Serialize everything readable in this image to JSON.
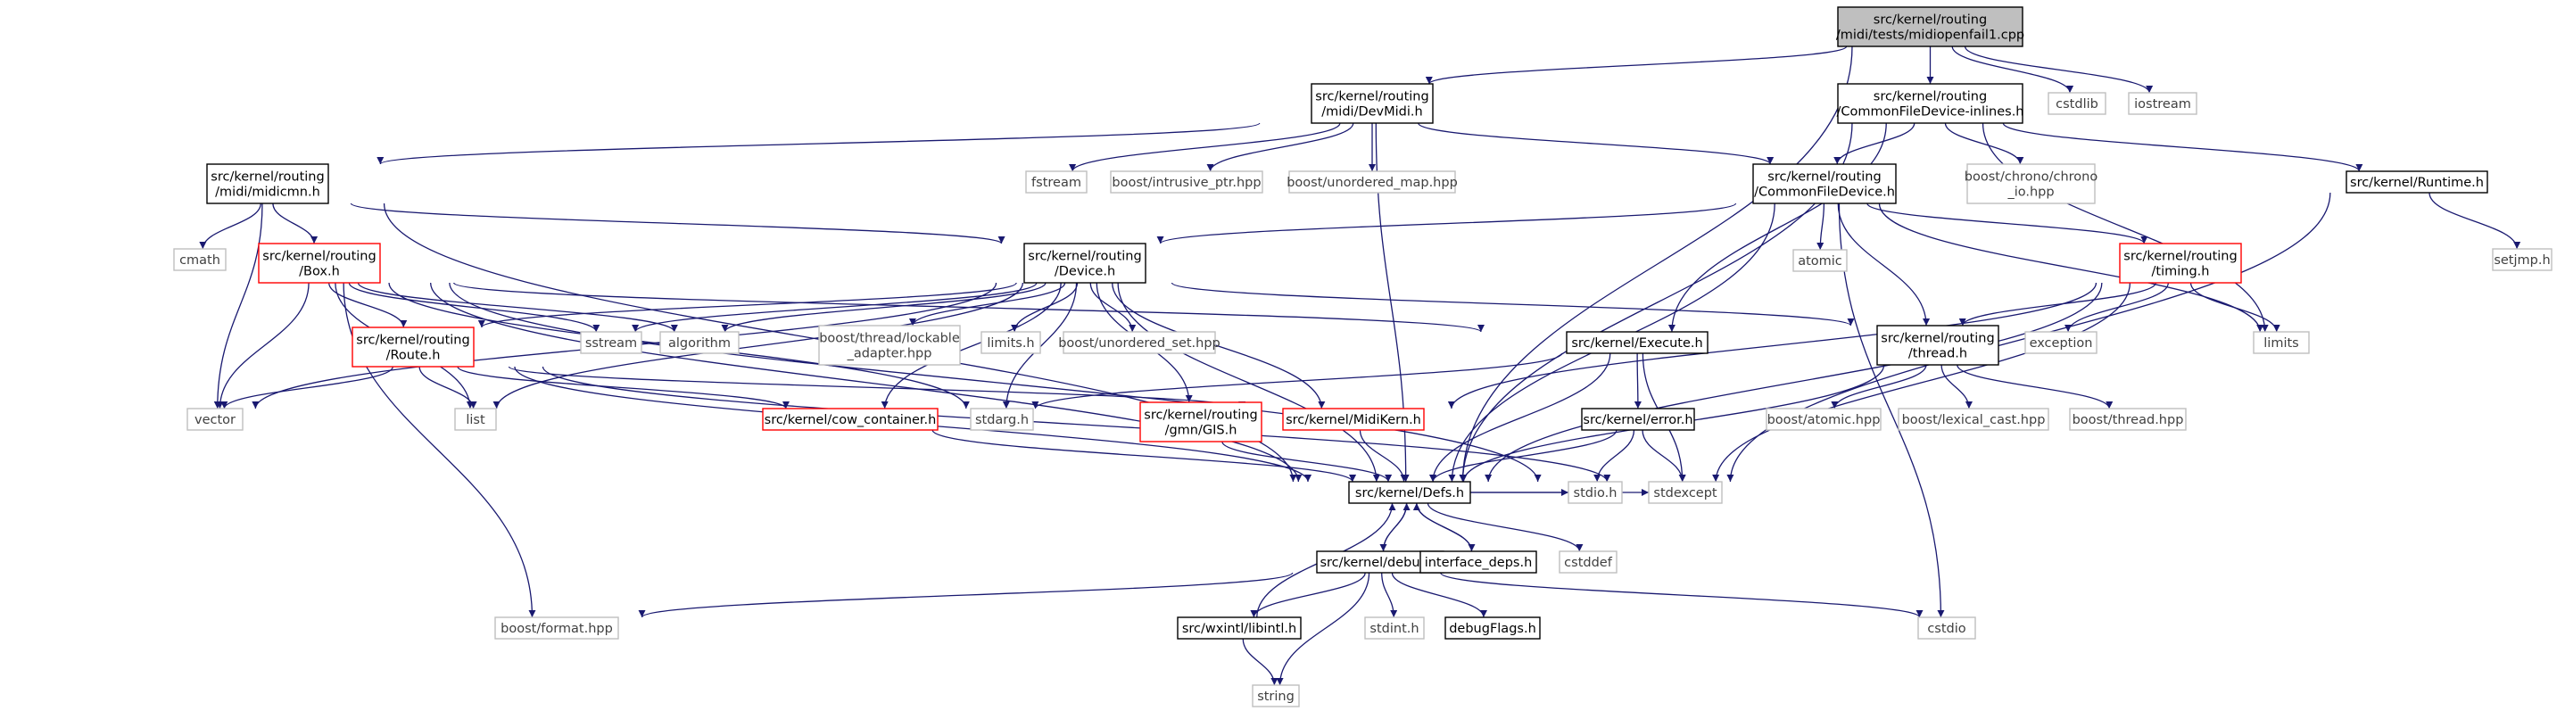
{
  "colors": {
    "edge": "#191970",
    "box_default": "#000000",
    "box_incomplete": "#ff0000",
    "box_external": "#bfbfbf",
    "box_root_fill": "#bfbfbf",
    "text_default": "#000000",
    "text_external": "#404040"
  },
  "nodes": [
    {
      "id": "root",
      "lines": [
        "src/kernel/routing",
        "/midi/tests/midiopenfail1.cpp"
      ],
      "style": "root"
    },
    {
      "id": "devmidi",
      "lines": [
        "src/kernel/routing",
        "/midi/DevMidi.h"
      ],
      "style": "default"
    },
    {
      "id": "cfd_inl",
      "lines": [
        "src/kernel/routing",
        "/CommonFileDevice-inlines.h"
      ],
      "style": "default"
    },
    {
      "id": "cstdlib",
      "lines": [
        "cstdlib"
      ],
      "style": "external"
    },
    {
      "id": "iostream",
      "lines": [
        "iostream"
      ],
      "style": "external"
    },
    {
      "id": "midicmn",
      "lines": [
        "src/kernel/routing",
        "/midi/midicmn.h"
      ],
      "style": "default"
    },
    {
      "id": "fstream",
      "lines": [
        "fstream"
      ],
      "style": "external"
    },
    {
      "id": "intrusive",
      "lines": [
        "boost/intrusive_ptr.hpp"
      ],
      "style": "external"
    },
    {
      "id": "unord_map",
      "lines": [
        "boost/unordered_map.hpp"
      ],
      "style": "external"
    },
    {
      "id": "cfd",
      "lines": [
        "src/kernel/routing",
        "/CommonFileDevice.h"
      ],
      "style": "default"
    },
    {
      "id": "chrono",
      "lines": [
        "boost/chrono/chrono",
        "_io.hpp"
      ],
      "style": "external"
    },
    {
      "id": "runtime",
      "lines": [
        "src/kernel/Runtime.h"
      ],
      "style": "default"
    },
    {
      "id": "cmath",
      "lines": [
        "cmath"
      ],
      "style": "external"
    },
    {
      "id": "box",
      "lines": [
        "src/kernel/routing",
        "/Box.h"
      ],
      "style": "incomplete"
    },
    {
      "id": "device",
      "lines": [
        "src/kernel/routing",
        "/Device.h"
      ],
      "style": "default"
    },
    {
      "id": "atomic",
      "lines": [
        "atomic"
      ],
      "style": "external"
    },
    {
      "id": "timing",
      "lines": [
        "src/kernel/routing",
        "/timing.h"
      ],
      "style": "incomplete"
    },
    {
      "id": "setjmp",
      "lines": [
        "setjmp.h"
      ],
      "style": "external"
    },
    {
      "id": "route",
      "lines": [
        "src/kernel/routing",
        "/Route.h"
      ],
      "style": "incomplete"
    },
    {
      "id": "sstream",
      "lines": [
        "sstream"
      ],
      "style": "external"
    },
    {
      "id": "algorithm",
      "lines": [
        "algorithm"
      ],
      "style": "external"
    },
    {
      "id": "lockable",
      "lines": [
        "boost/thread/lockable",
        "_adapter.hpp"
      ],
      "style": "external"
    },
    {
      "id": "limits_h",
      "lines": [
        "limits.h"
      ],
      "style": "external"
    },
    {
      "id": "unord_set",
      "lines": [
        "boost/unordered_set.hpp"
      ],
      "style": "external"
    },
    {
      "id": "execute",
      "lines": [
        "src/kernel/Execute.h"
      ],
      "style": "default"
    },
    {
      "id": "thread",
      "lines": [
        "src/kernel/routing",
        "/thread.h"
      ],
      "style": "default"
    },
    {
      "id": "exception",
      "lines": [
        "exception"
      ],
      "style": "external"
    },
    {
      "id": "limits",
      "lines": [
        "limits"
      ],
      "style": "external"
    },
    {
      "id": "vector",
      "lines": [
        "vector"
      ],
      "style": "external"
    },
    {
      "id": "list",
      "lines": [
        "list"
      ],
      "style": "external"
    },
    {
      "id": "cow",
      "lines": [
        "src/kernel/cow_container.h"
      ],
      "style": "incomplete"
    },
    {
      "id": "stdarg",
      "lines": [
        "stdarg.h"
      ],
      "style": "external"
    },
    {
      "id": "gis",
      "lines": [
        "src/kernel/routing",
        "/gmn/GIS.h"
      ],
      "style": "incomplete"
    },
    {
      "id": "midikern",
      "lines": [
        "src/kernel/MidiKern.h"
      ],
      "style": "incomplete"
    },
    {
      "id": "error",
      "lines": [
        "src/kernel/error.h"
      ],
      "style": "default"
    },
    {
      "id": "batomic",
      "lines": [
        "boost/atomic.hpp"
      ],
      "style": "external"
    },
    {
      "id": "lexcast",
      "lines": [
        "boost/lexical_cast.hpp"
      ],
      "style": "external"
    },
    {
      "id": "bthread",
      "lines": [
        "boost/thread.hpp"
      ],
      "style": "external"
    },
    {
      "id": "defs",
      "lines": [
        "src/kernel/Defs.h"
      ],
      "style": "default"
    },
    {
      "id": "stdio",
      "lines": [
        "stdio.h"
      ],
      "style": "external"
    },
    {
      "id": "stdexcept",
      "lines": [
        "stdexcept"
      ],
      "style": "external"
    },
    {
      "id": "debug",
      "lines": [
        "src/kernel/debug.h"
      ],
      "style": "default"
    },
    {
      "id": "ifacedeps",
      "lines": [
        "interface_deps.h"
      ],
      "style": "default"
    },
    {
      "id": "cstddef",
      "lines": [
        "cstddef"
      ],
      "style": "external"
    },
    {
      "id": "bformat",
      "lines": [
        "boost/format.hpp"
      ],
      "style": "external"
    },
    {
      "id": "wxintl",
      "lines": [
        "src/wxintl/libintl.h"
      ],
      "style": "default"
    },
    {
      "id": "stdint",
      "lines": [
        "stdint.h"
      ],
      "style": "external"
    },
    {
      "id": "dbgflags",
      "lines": [
        "debugFlags.h"
      ],
      "style": "default"
    },
    {
      "id": "cstdio",
      "lines": [
        "cstdio"
      ],
      "style": "external"
    },
    {
      "id": "string",
      "lines": [
        "string"
      ],
      "style": "external"
    }
  ],
  "edges": [
    [
      "root",
      "devmidi"
    ],
    [
      "root",
      "cfd_inl"
    ],
    [
      "root",
      "cstdlib"
    ],
    [
      "root",
      "iostream"
    ],
    [
      "root",
      "defs"
    ],
    [
      "devmidi",
      "midicmn"
    ],
    [
      "devmidi",
      "fstream"
    ],
    [
      "devmidi",
      "intrusive"
    ],
    [
      "devmidi",
      "unord_map"
    ],
    [
      "devmidi",
      "cfd"
    ],
    [
      "devmidi",
      "defs"
    ],
    [
      "cfd_inl",
      "cfd"
    ],
    [
      "cfd_inl",
      "chrono"
    ],
    [
      "cfd_inl",
      "runtime"
    ],
    [
      "cfd_inl",
      "execute"
    ],
    [
      "cfd_inl",
      "defs"
    ],
    [
      "cfd_inl",
      "limits"
    ],
    [
      "midicmn",
      "cmath"
    ],
    [
      "midicmn",
      "box"
    ],
    [
      "midicmn",
      "device"
    ],
    [
      "midicmn",
      "vector"
    ],
    [
      "midicmn",
      "defs"
    ],
    [
      "cfd",
      "device"
    ],
    [
      "cfd",
      "atomic"
    ],
    [
      "cfd",
      "timing"
    ],
    [
      "cfd",
      "thread"
    ],
    [
      "cfd",
      "defs"
    ],
    [
      "cfd",
      "cstdio"
    ],
    [
      "cfd",
      "limits"
    ],
    [
      "runtime",
      "setjmp"
    ],
    [
      "runtime",
      "stdexcept"
    ],
    [
      "box",
      "route"
    ],
    [
      "box",
      "sstream"
    ],
    [
      "box",
      "algorithm"
    ],
    [
      "box",
      "vector"
    ],
    [
      "box",
      "list"
    ],
    [
      "box",
      "execute"
    ],
    [
      "box",
      "stdarg"
    ],
    [
      "box",
      "defs"
    ],
    [
      "box",
      "stdio"
    ],
    [
      "box",
      "bformat"
    ],
    [
      "device",
      "route"
    ],
    [
      "device",
      "sstream"
    ],
    [
      "device",
      "algorithm"
    ],
    [
      "device",
      "lockable"
    ],
    [
      "device",
      "limits_h"
    ],
    [
      "device",
      "unord_set"
    ],
    [
      "device",
      "thread"
    ],
    [
      "device",
      "vector"
    ],
    [
      "device",
      "list"
    ],
    [
      "device",
      "cow"
    ],
    [
      "device",
      "stdarg"
    ],
    [
      "device",
      "gis"
    ],
    [
      "device",
      "midikern"
    ],
    [
      "device",
      "defs"
    ],
    [
      "timing",
      "thread"
    ],
    [
      "timing",
      "exception"
    ],
    [
      "timing",
      "limits"
    ],
    [
      "timing",
      "midikern"
    ],
    [
      "timing",
      "defs"
    ],
    [
      "timing",
      "stdexcept"
    ],
    [
      "route",
      "vector"
    ],
    [
      "route",
      "list"
    ],
    [
      "route",
      "cow"
    ],
    [
      "route",
      "midikern"
    ],
    [
      "route",
      "defs"
    ],
    [
      "route",
      "stdexcept"
    ],
    [
      "execute",
      "stdarg"
    ],
    [
      "execute",
      "error"
    ],
    [
      "execute",
      "defs"
    ],
    [
      "execute",
      "stdexcept"
    ],
    [
      "thread",
      "batomic"
    ],
    [
      "thread",
      "lexcast"
    ],
    [
      "thread",
      "bthread"
    ],
    [
      "thread",
      "defs"
    ],
    [
      "cow",
      "defs"
    ],
    [
      "gis",
      "defs"
    ],
    [
      "midikern",
      "defs"
    ],
    [
      "error",
      "defs"
    ],
    [
      "error",
      "stdio"
    ],
    [
      "error",
      "stdexcept"
    ],
    [
      "defs",
      "stdio"
    ],
    [
      "defs",
      "stdexcept"
    ],
    [
      "defs",
      "debug"
    ],
    [
      "defs",
      "ifacedeps"
    ],
    [
      "defs",
      "cstddef"
    ],
    [
      "debug",
      "defs"
    ],
    [
      "debug",
      "bformat"
    ],
    [
      "debug",
      "wxintl"
    ],
    [
      "debug",
      "stdint"
    ],
    [
      "debug",
      "dbgflags"
    ],
    [
      "debug",
      "cstdio"
    ],
    [
      "debug",
      "string"
    ],
    [
      "ifacedeps",
      "defs"
    ],
    [
      "wxintl",
      "defs"
    ],
    [
      "wxintl",
      "string"
    ]
  ]
}
